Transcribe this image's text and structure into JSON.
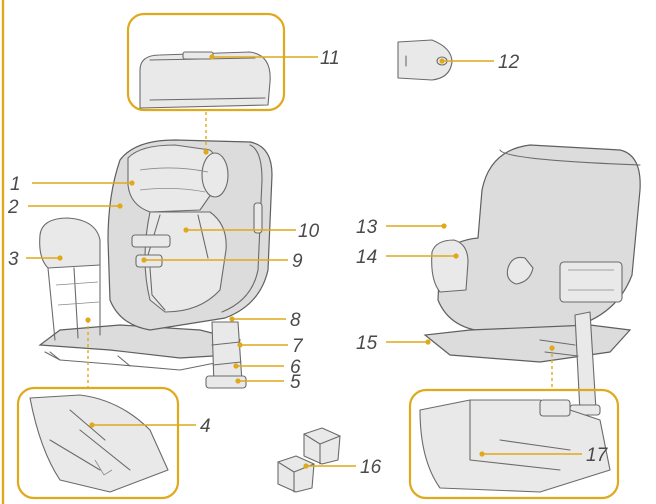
{
  "colors": {
    "accent": "#e0a91c",
    "ink": "#6b6b6b",
    "text": "#4a4a4a",
    "fill": "#dcdcdc"
  },
  "labels": [
    "1",
    "2",
    "3",
    "4",
    "5",
    "6",
    "7",
    "8",
    "9",
    "10",
    "11",
    "12",
    "13",
    "14",
    "15",
    "16",
    "17"
  ]
}
